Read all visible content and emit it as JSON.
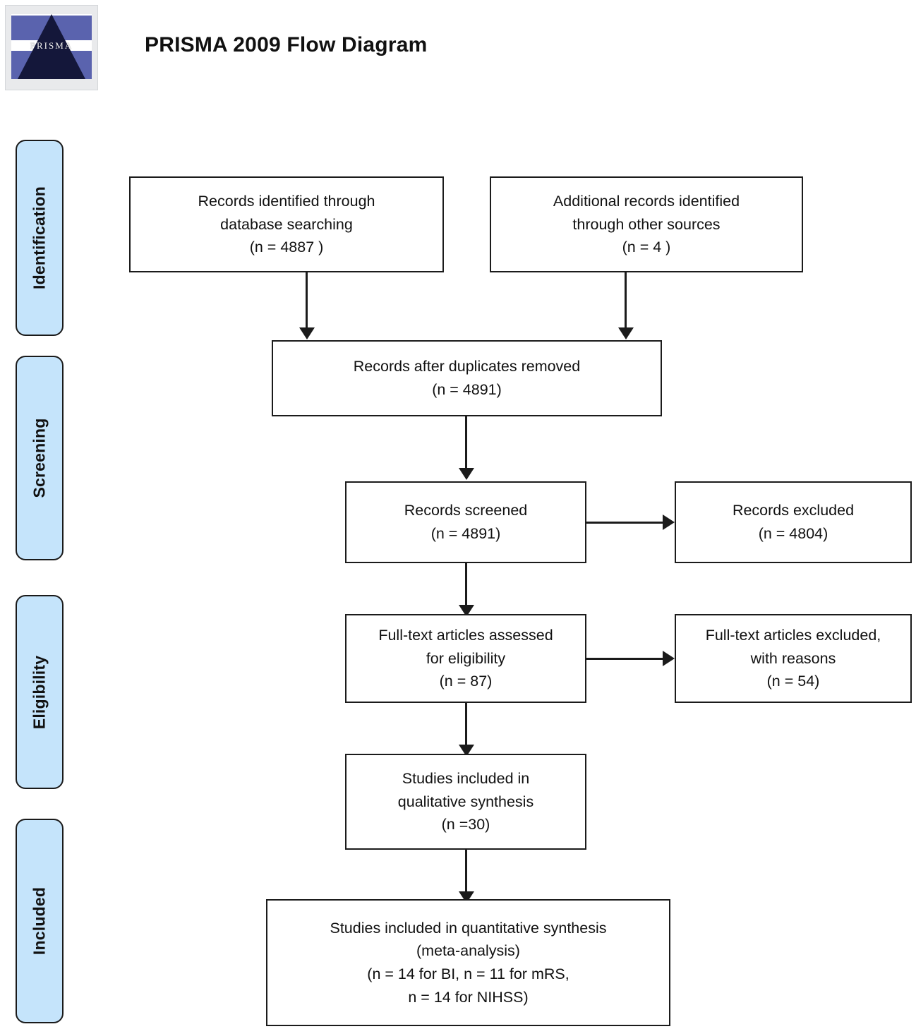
{
  "header": {
    "title": "PRISMA 2009 Flow Diagram",
    "logo_word": "PRISMA",
    "logo_alt": "prisma-logo"
  },
  "stages": [
    {
      "id": "identification",
      "label": "Identification"
    },
    {
      "id": "screening",
      "label": "Screening"
    },
    {
      "id": "eligibility",
      "label": "Eligibility"
    },
    {
      "id": "included",
      "label": "Included"
    }
  ],
  "nodes": {
    "records_database": {
      "text": "Records identified through\ndatabase searching\n(n = 4887 )",
      "lines": [
        "Records identified through",
        "database searching",
        "(n = 4887 )"
      ],
      "n": 4887
    },
    "records_other": {
      "text": "Additional records identified\nthrough other sources\n(n =  4 )",
      "lines": [
        "Additional records identified",
        "through other sources",
        "(n =  4 )"
      ],
      "n": 4
    },
    "duplicates_removed": {
      "text": "Records after duplicates removed\n(n = 4891)",
      "lines": [
        "Records after duplicates removed",
        "(n = 4891)"
      ],
      "n": 4891
    },
    "records_screened": {
      "text": "Records screened\n(n = 4891)",
      "lines": [
        "Records screened",
        "(n = 4891)"
      ],
      "n": 4891
    },
    "records_excluded": {
      "text": "Records excluded\n(n = 4804)",
      "lines": [
        "Records excluded",
        "(n = 4804)"
      ],
      "n": 4804
    },
    "fulltext_assessed": {
      "text": "Full-text articles assessed\nfor eligibility\n(n = 87)",
      "lines": [
        "Full-text articles assessed",
        "for eligibility",
        "(n = 87)"
      ],
      "n": 87
    },
    "fulltext_excluded": {
      "text": "Full-text articles excluded,\nwith reasons\n(n = 54)",
      "lines": [
        "Full-text articles excluded,",
        "with reasons",
        "(n = 54)"
      ],
      "n": 54
    },
    "qualitative_synthesis": {
      "text": "Studies included in\nqualitative synthesis\n(n =30)",
      "lines": [
        "Studies included in",
        "qualitative synthesis",
        "(n =30)"
      ],
      "n": 30
    },
    "quantitative_synthesis": {
      "text": "Studies included in quantitative synthesis\n(meta-analysis)\n(n = 14 for BI, n = 11 for mRS,\nn = 14 for NIHSS)",
      "lines": [
        "Studies included in quantitative synthesis",
        "(meta-analysis)",
        "(n = 14 for BI, n = 11 for mRS,",
        "n = 14 for NIHSS)"
      ],
      "n_bi": 14,
      "n_mrs": 11,
      "n_nihss": 14
    }
  },
  "colors": {
    "stage_fill": "#c5e4fb",
    "stroke": "#1b1b1b",
    "node_fill": "#ffffff",
    "text": "#111111",
    "logo_blue": "#5a63ae",
    "logo_prism": "#14173a"
  }
}
